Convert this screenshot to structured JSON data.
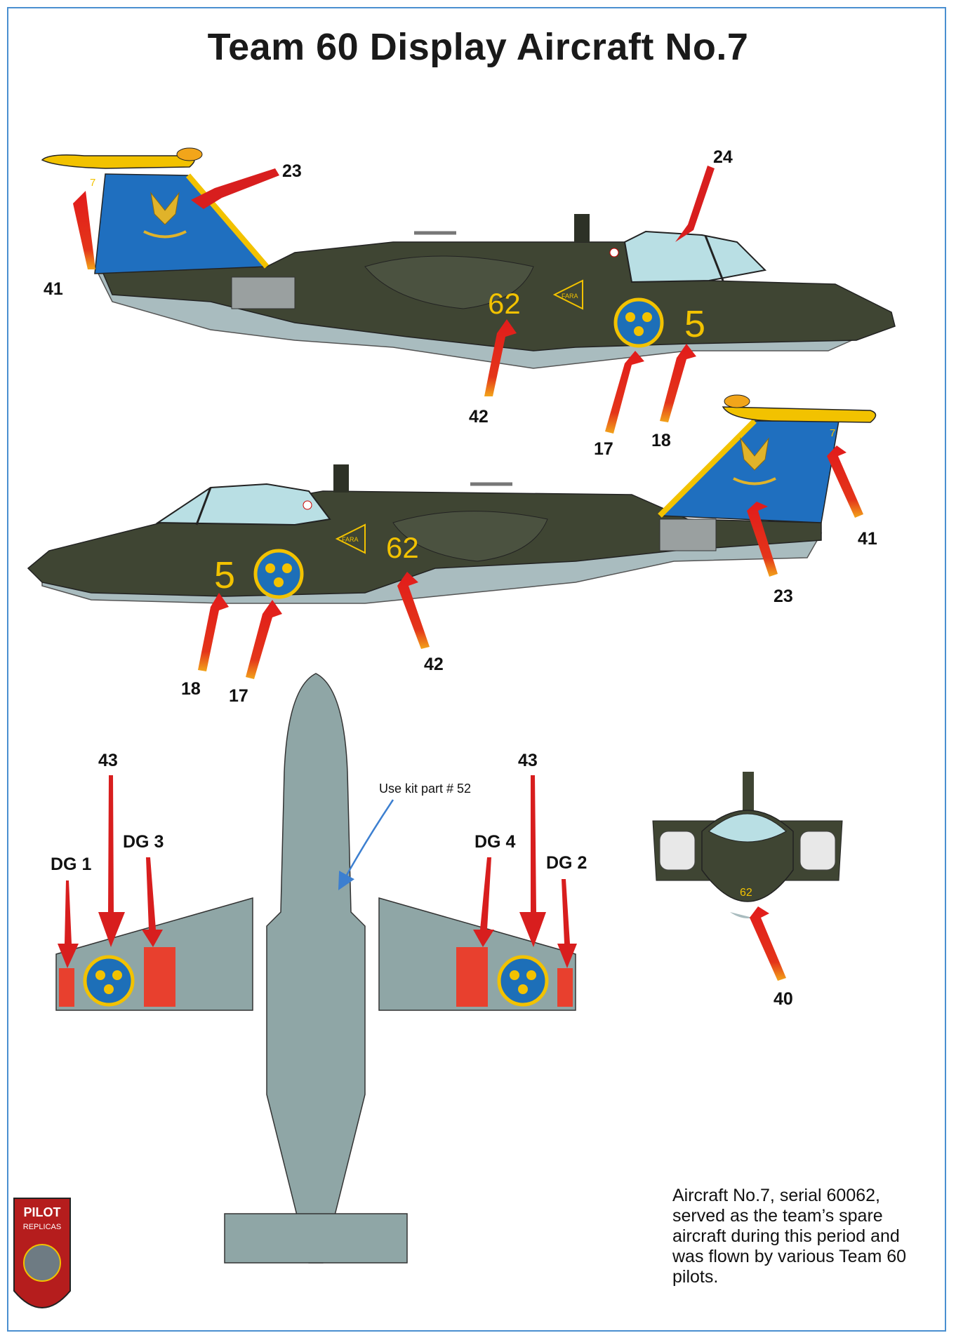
{
  "title": "Team 60 Display Aircraft No.7",
  "note": "Aircraft No.7, serial 60062, served as the team’s spare aircraft during this period and was flown by various Team 60 pilots.",
  "kit_note": "Use kit part # 52",
  "logo": {
    "line1": "PILOT",
    "line2": "REPLICAS"
  },
  "markings": {
    "tail_number": "7",
    "fuselage_number": "62",
    "nose_number": "5",
    "fara": "FARA",
    "front_view_number": "62"
  },
  "callouts": {
    "side1": [
      "41",
      "23",
      "24",
      "42",
      "17",
      "18"
    ],
    "side2": [
      "18",
      "17",
      "42",
      "23",
      "41"
    ],
    "top": [
      "DG 1",
      "43",
      "DG 3",
      "DG 4",
      "43",
      "DG 2"
    ],
    "front": [
      "40"
    ]
  },
  "colors": {
    "olive": "#3f4533",
    "grey_under": "#a9bcbf",
    "tail_blue": "#1f6fbf",
    "yellow": "#f2c200",
    "canopy": "#b9dfe4",
    "roundel_blue": "#1d6fb8",
    "red_panel": "#e8402e",
    "arrow_red": "#d81e1e",
    "top_grey": "#8fa6a6"
  }
}
